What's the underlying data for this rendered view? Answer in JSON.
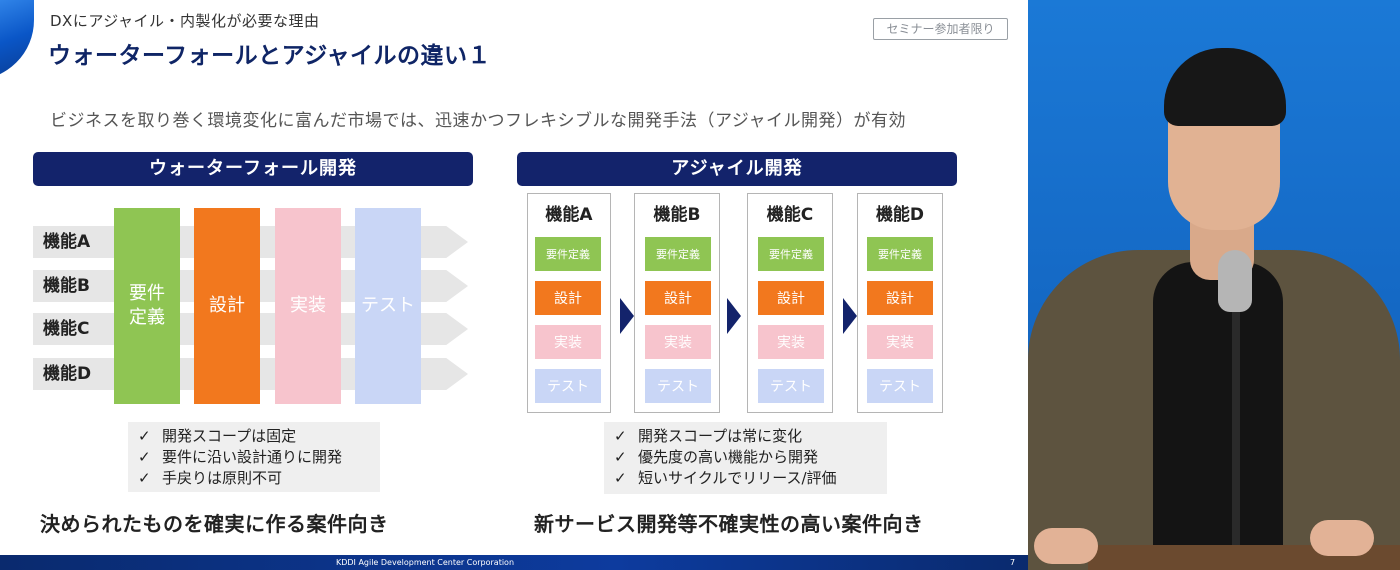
{
  "slide": {
    "section_title": "DXにアジャイル・内製化が必要な理由",
    "title": "ウォーターフォールとアジャイルの違い１",
    "tag": "セミナー参加者限り",
    "subtitle": "ビジネスを取り巻く環境変化に富んだ市場では、迅速かつフレキシブルな開発手法（アジャイル開発）が有効",
    "waterfall": {
      "heading": "ウォーターフォール開発",
      "features": [
        "機能A",
        "機能B",
        "機能C",
        "機能D"
      ],
      "phases": [
        "要件\n定義",
        "設計",
        "実装",
        "テスト"
      ],
      "checks": [
        "開発スコープは固定",
        "要件に沿い設計通りに開発",
        "手戻りは原則不可"
      ],
      "conclusion": "決められたものを確実に作る案件向き"
    },
    "agile": {
      "heading": "アジャイル開発",
      "columns": [
        {
          "title": "機能A",
          "steps": [
            "要件定義",
            "設計",
            "実装",
            "テスト"
          ]
        },
        {
          "title": "機能B",
          "steps": [
            "要件定義",
            "設計",
            "実装",
            "テスト"
          ]
        },
        {
          "title": "機能C",
          "steps": [
            "要件定義",
            "設計",
            "実装",
            "テスト"
          ]
        },
        {
          "title": "機能D",
          "steps": [
            "要件定義",
            "設計",
            "実装",
            "テスト"
          ]
        }
      ],
      "checks": [
        "開発スコープは常に変化",
        "優先度の高い機能から開発",
        "短いサイクルでリリース/評価"
      ],
      "conclusion": "新サービス開発等不確実性の高い案件向き"
    },
    "footer": {
      "company": "KDDI Agile Development Center Corporation",
      "page": "7"
    }
  },
  "colors": {
    "navy": "#13236b",
    "requirements": "#8fc553",
    "design": "#f2781e",
    "implementation": "#f7c4cd",
    "test": "#c9d6f6",
    "presenter_background": "#1b79d6"
  }
}
